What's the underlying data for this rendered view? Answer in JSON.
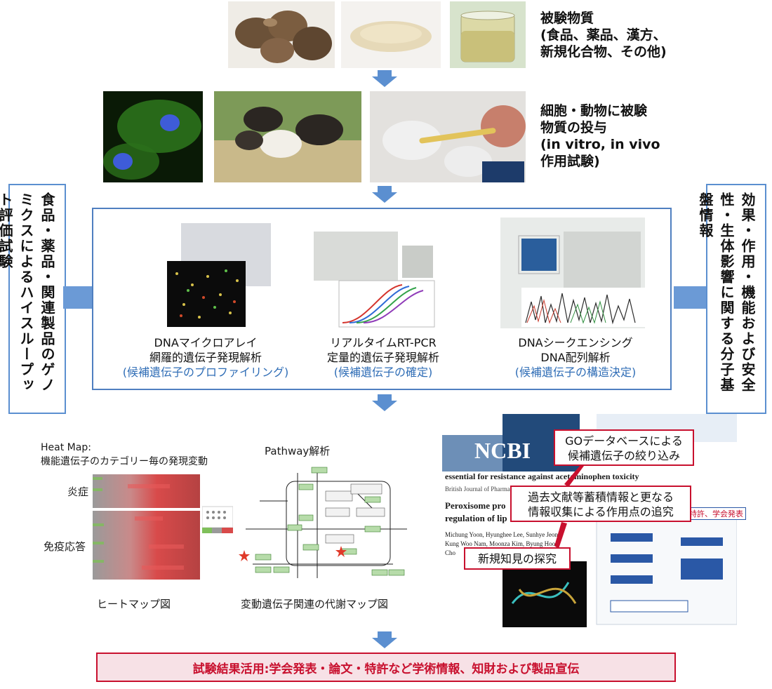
{
  "top_label": {
    "line1": "被験物質",
    "line2": "(食品、薬品、漢方、",
    "line3": "新規化合物、その他)"
  },
  "dosing_label": {
    "line1": "細胞・動物に被験",
    "line2": "物質の投与",
    "line3": "(in vitro, in vivo",
    "line4": "作用試験)"
  },
  "left_side": {
    "col1": "食品・薬品・関連製品のゲノミクス",
    "col2": "によるハイスループット評価試験"
  },
  "right_side": {
    "col1": "効果・作用・機能および安全性・",
    "col2": "生体影響に関する分子基盤情報"
  },
  "methods": [
    {
      "title": "DNAマイクロアレイ",
      "sub": "網羅的遺伝子発現解析",
      "note": "(候補遺伝子のプロファイリング)"
    },
    {
      "title": "リアルタイムRT-PCR",
      "sub": "定量的遺伝子発現解析",
      "note": "(候補遺伝子の確定)"
    },
    {
      "title": "DNAシークエンシング",
      "sub": "DNA配列解析",
      "note": "(候補遺伝子の構造決定)"
    }
  ],
  "heatmap": {
    "title_line1": "Heat Map:",
    "title_line2": "機能遺伝子のカテゴリー毎の発現変動",
    "label_a": "炎症",
    "label_b": "免疫応答",
    "caption": "ヒートマップ図"
  },
  "pathway": {
    "title": "Pathway解析",
    "caption": "変動遺伝子関連の代謝マップ図"
  },
  "literature": {
    "ncbi": "NCBI",
    "headline": "essential for resistance against acetaminophen toxicity",
    "journal": "British Journal of Pharmacology",
    "paper_line1": "Peroxisome pro",
    "paper_line2": "regulation of lip",
    "authors": "Michung Yoon, Hyunghee Lee, Sunhye Jeong, Kung Woo Nam, Moonza Kim, Byung Hoo Cho",
    "callout1_line1": "GOデータベースによる",
    "callout1_line2": "候補遺伝子の絞り込み",
    "callout2_line1": "過去文献等蓄積情報と更なる",
    "callout2_line2": "情報収集による作用点の追究",
    "callout3": "新規知見の探究",
    "tag": "特許、学会発表"
  },
  "result_banner": "試験結果活用:学会発表・論文・特許など学術情報、知財および製品宣伝",
  "colors": {
    "frame_blue": "#4f7fc0",
    "arrow_blue": "#5b8fd0",
    "red": "#c8102e",
    "banner_bg": "#f7e1e6"
  }
}
